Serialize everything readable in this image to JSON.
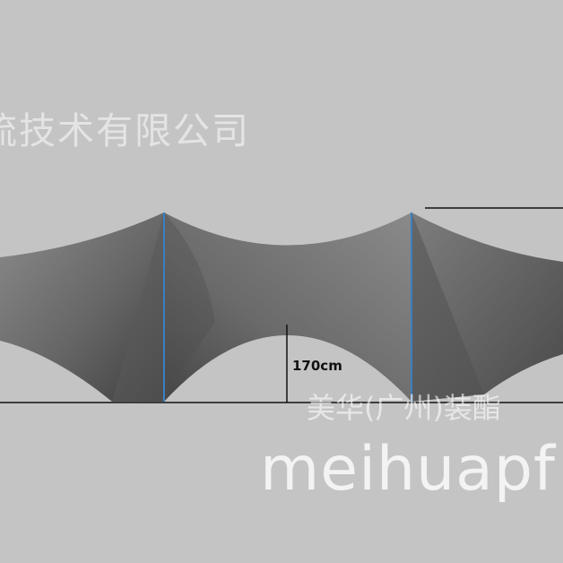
{
  "watermark": {
    "company_fragment": "流技术有限公司",
    "company_cn": "美华(广州)装酯",
    "domain_fragment": "meihuapf"
  },
  "dimension": {
    "height_label": "170cm"
  },
  "colors": {
    "background": "#c4c4c4",
    "canopy_light": "#858585",
    "canopy_dark": "#444444",
    "pole": "#3a7fc1",
    "dimension_line": "#111111"
  }
}
